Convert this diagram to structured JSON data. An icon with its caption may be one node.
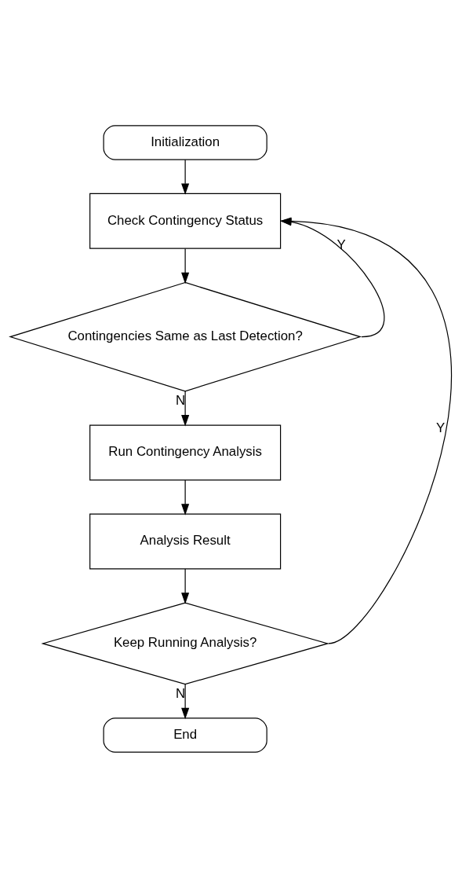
{
  "diagram": {
    "nodes": [
      {
        "text": [
          "Initialization"
        ]
      },
      {
        "text": [
          "Check Contingency Status"
        ]
      },
      {
        "text": [
          "Contingencies Same as Last Detection?"
        ]
      },
      {
        "text": [
          "Run Contingency Analysis"
        ]
      },
      {
        "text": [
          "Analysis Result"
        ]
      },
      {
        "text": [
          "Keep Running Analysis?"
        ]
      },
      {
        "text": [
          "End"
        ]
      }
    ],
    "edges": [
      {
        "from": 0,
        "to": 1,
        "arrow": "to"
      },
      {
        "from": 1,
        "to": 2,
        "arrow": "to"
      },
      {
        "from": 2,
        "to": 1,
        "arrow": "to",
        "label": "Y"
      },
      {
        "from": 2,
        "to": 3,
        "arrow": "to",
        "label": "N"
      },
      {
        "from": 3,
        "to": 4,
        "arrow": "to"
      },
      {
        "from": 4,
        "to": 5,
        "arrow": "to"
      },
      {
        "from": 5,
        "to": 1,
        "arrow": "to",
        "label": "Y"
      },
      {
        "from": 5,
        "to": 6,
        "arrow": "to",
        "label": "N"
      }
    ]
  }
}
